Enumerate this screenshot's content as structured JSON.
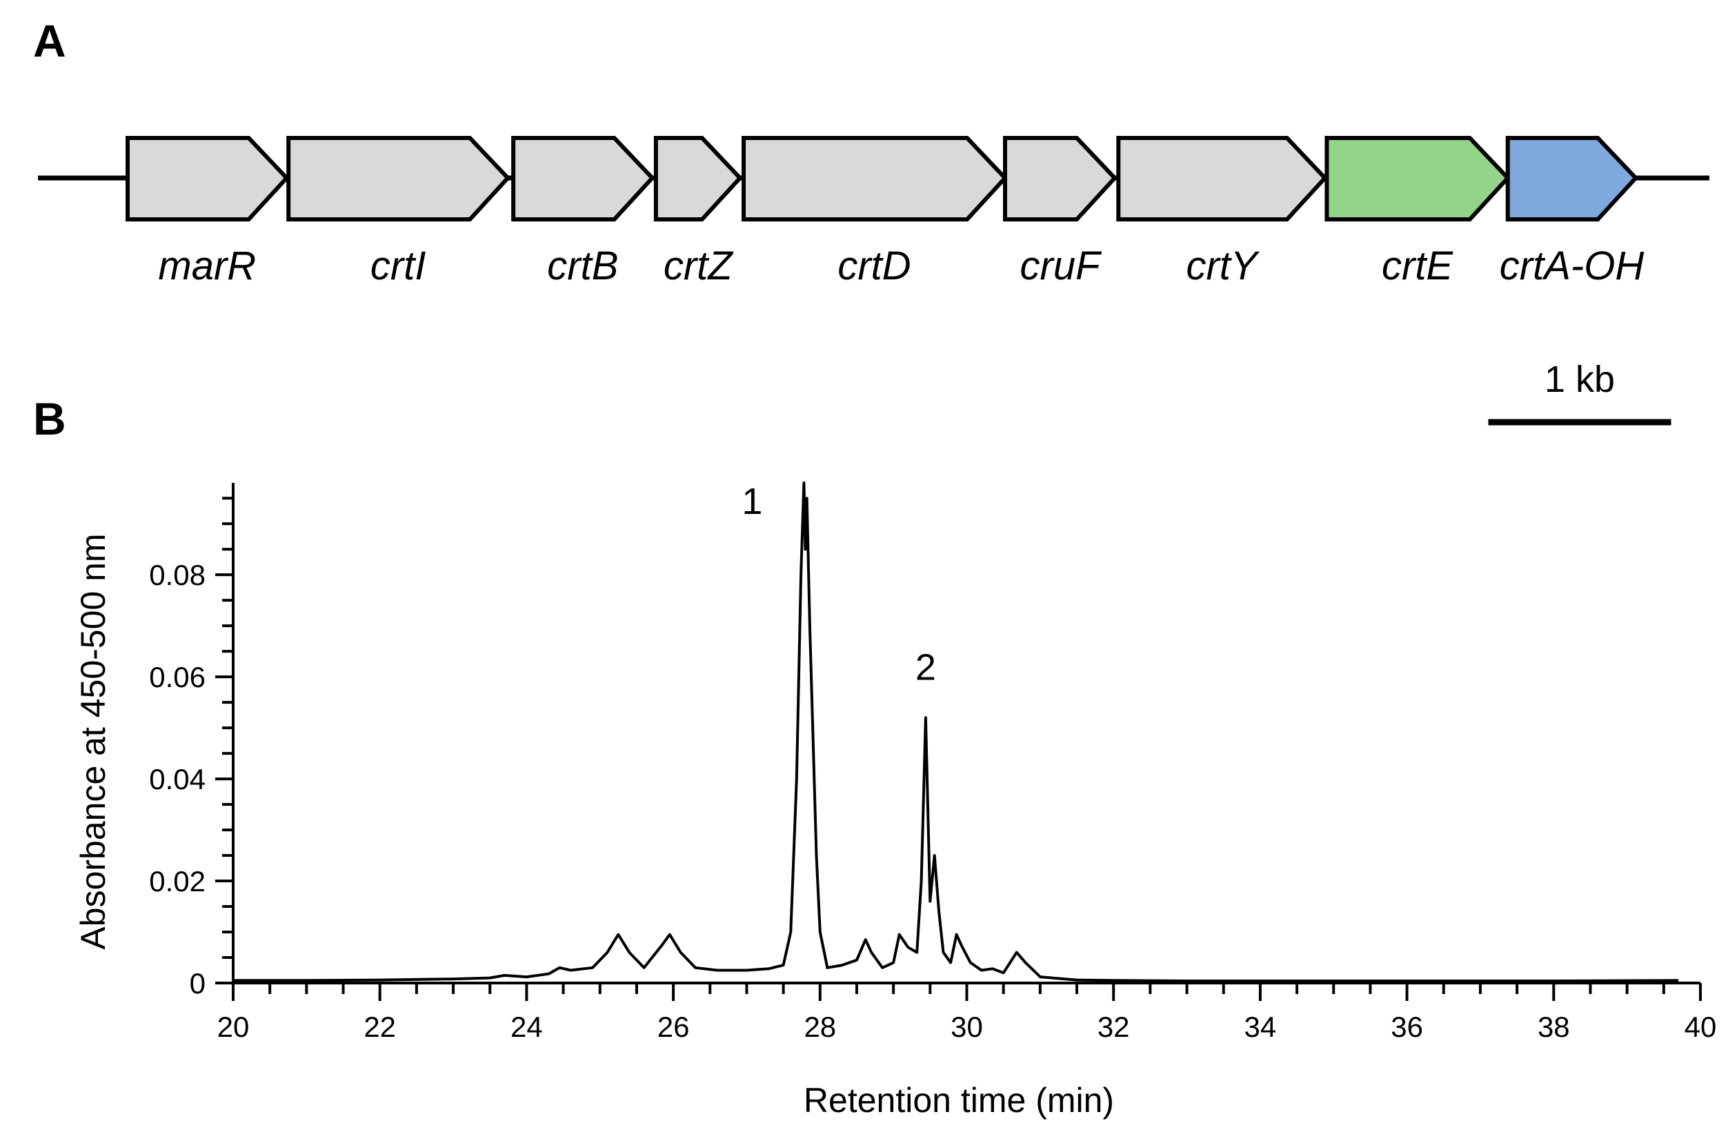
{
  "panels": {
    "a_label": "A",
    "b_label": "B"
  },
  "gene_cluster": {
    "genes": [
      {
        "name": "marR",
        "start_kb": 0.0,
        "end_kb": 0.87,
        "color": "#d9d9d9"
      },
      {
        "name": "crtI",
        "start_kb": 0.88,
        "end_kb": 2.08,
        "color": "#d9d9d9"
      },
      {
        "name": "crtB",
        "start_kb": 2.11,
        "end_kb": 2.87,
        "color": "#d9d9d9"
      },
      {
        "name": "crtZ",
        "start_kb": 2.89,
        "end_kb": 3.35,
        "color": "#d9d9d9"
      },
      {
        "name": "crtD",
        "start_kb": 3.37,
        "end_kb": 4.8,
        "color": "#d9d9d9"
      },
      {
        "name": "cruF",
        "start_kb": 4.8,
        "end_kb": 5.4,
        "color": "#d9d9d9"
      },
      {
        "name": "crtY",
        "start_kb": 5.42,
        "end_kb": 6.55,
        "color": "#d9d9d9"
      },
      {
        "name": "crtE",
        "start_kb": 6.56,
        "end_kb": 7.55,
        "color": "#94d38a"
      },
      {
        "name": "crtA-OH",
        "start_kb": 7.55,
        "end_kb": 8.25,
        "color": "#7fa8dc"
      }
    ],
    "scale_bar": {
      "label": "1 kb",
      "length_kb": 1
    }
  },
  "chart_data": {
    "type": "line",
    "xlabel": "Retention time (min)",
    "ylabel": "Absorbance at 450-500 nm",
    "xlim": [
      20,
      40
    ],
    "ylim": [
      0,
      0.098
    ],
    "x_ticks": [
      20,
      22,
      24,
      26,
      28,
      30,
      32,
      34,
      36,
      38,
      40
    ],
    "x_tick_labels": [
      "20",
      "22",
      "24",
      "26",
      "28",
      "30",
      "32",
      "34",
      "36",
      "38",
      "40"
    ],
    "y_ticks": [
      0,
      0.02,
      0.04,
      0.06,
      0.08
    ],
    "y_tick_labels": [
      "0",
      "0.02",
      "0.04",
      "0.06",
      "0.08"
    ],
    "grid": false,
    "line_color": "#000000",
    "series": [
      {
        "x": [
          20.0,
          21.0,
          22.0,
          23.0,
          23.5,
          23.7,
          24.0,
          24.3,
          24.45,
          24.6,
          24.9,
          25.1,
          25.25,
          25.4,
          25.6,
          25.85,
          25.95,
          26.1,
          26.3,
          26.6,
          27.0,
          27.3,
          27.5,
          27.6,
          27.68,
          27.74,
          27.78,
          27.8,
          27.82,
          27.86,
          27.9,
          27.95,
          28.0,
          28.1,
          28.3,
          28.5,
          28.62,
          28.7,
          28.85,
          29.0,
          29.08,
          29.2,
          29.32,
          29.38,
          29.44,
          29.5,
          29.56,
          29.62,
          29.68,
          29.78,
          29.86,
          29.94,
          30.05,
          30.2,
          30.35,
          30.5,
          30.68,
          30.8,
          31.0,
          31.5,
          32.0,
          33.0,
          34.0,
          36.0,
          38.0,
          39.7
        ],
        "y": [
          0.0005,
          0.0005,
          0.0006,
          0.0008,
          0.001,
          0.0015,
          0.0012,
          0.0018,
          0.003,
          0.0025,
          0.003,
          0.006,
          0.0095,
          0.006,
          0.003,
          0.0075,
          0.0095,
          0.006,
          0.003,
          0.0025,
          0.0025,
          0.0028,
          0.0035,
          0.01,
          0.04,
          0.08,
          0.098,
          0.085,
          0.095,
          0.07,
          0.05,
          0.025,
          0.01,
          0.003,
          0.0035,
          0.0045,
          0.0085,
          0.006,
          0.003,
          0.004,
          0.0095,
          0.007,
          0.006,
          0.02,
          0.052,
          0.016,
          0.025,
          0.014,
          0.006,
          0.004,
          0.0095,
          0.007,
          0.004,
          0.0025,
          0.0028,
          0.002,
          0.006,
          0.004,
          0.0012,
          0.0006,
          0.0005,
          0.0004,
          0.0004,
          0.0004,
          0.0004,
          0.0005
        ]
      }
    ],
    "annotations": [
      {
        "text": "1",
        "x": 27.78,
        "y": 0.098
      },
      {
        "text": "2",
        "x": 29.44,
        "y": 0.052
      }
    ]
  }
}
